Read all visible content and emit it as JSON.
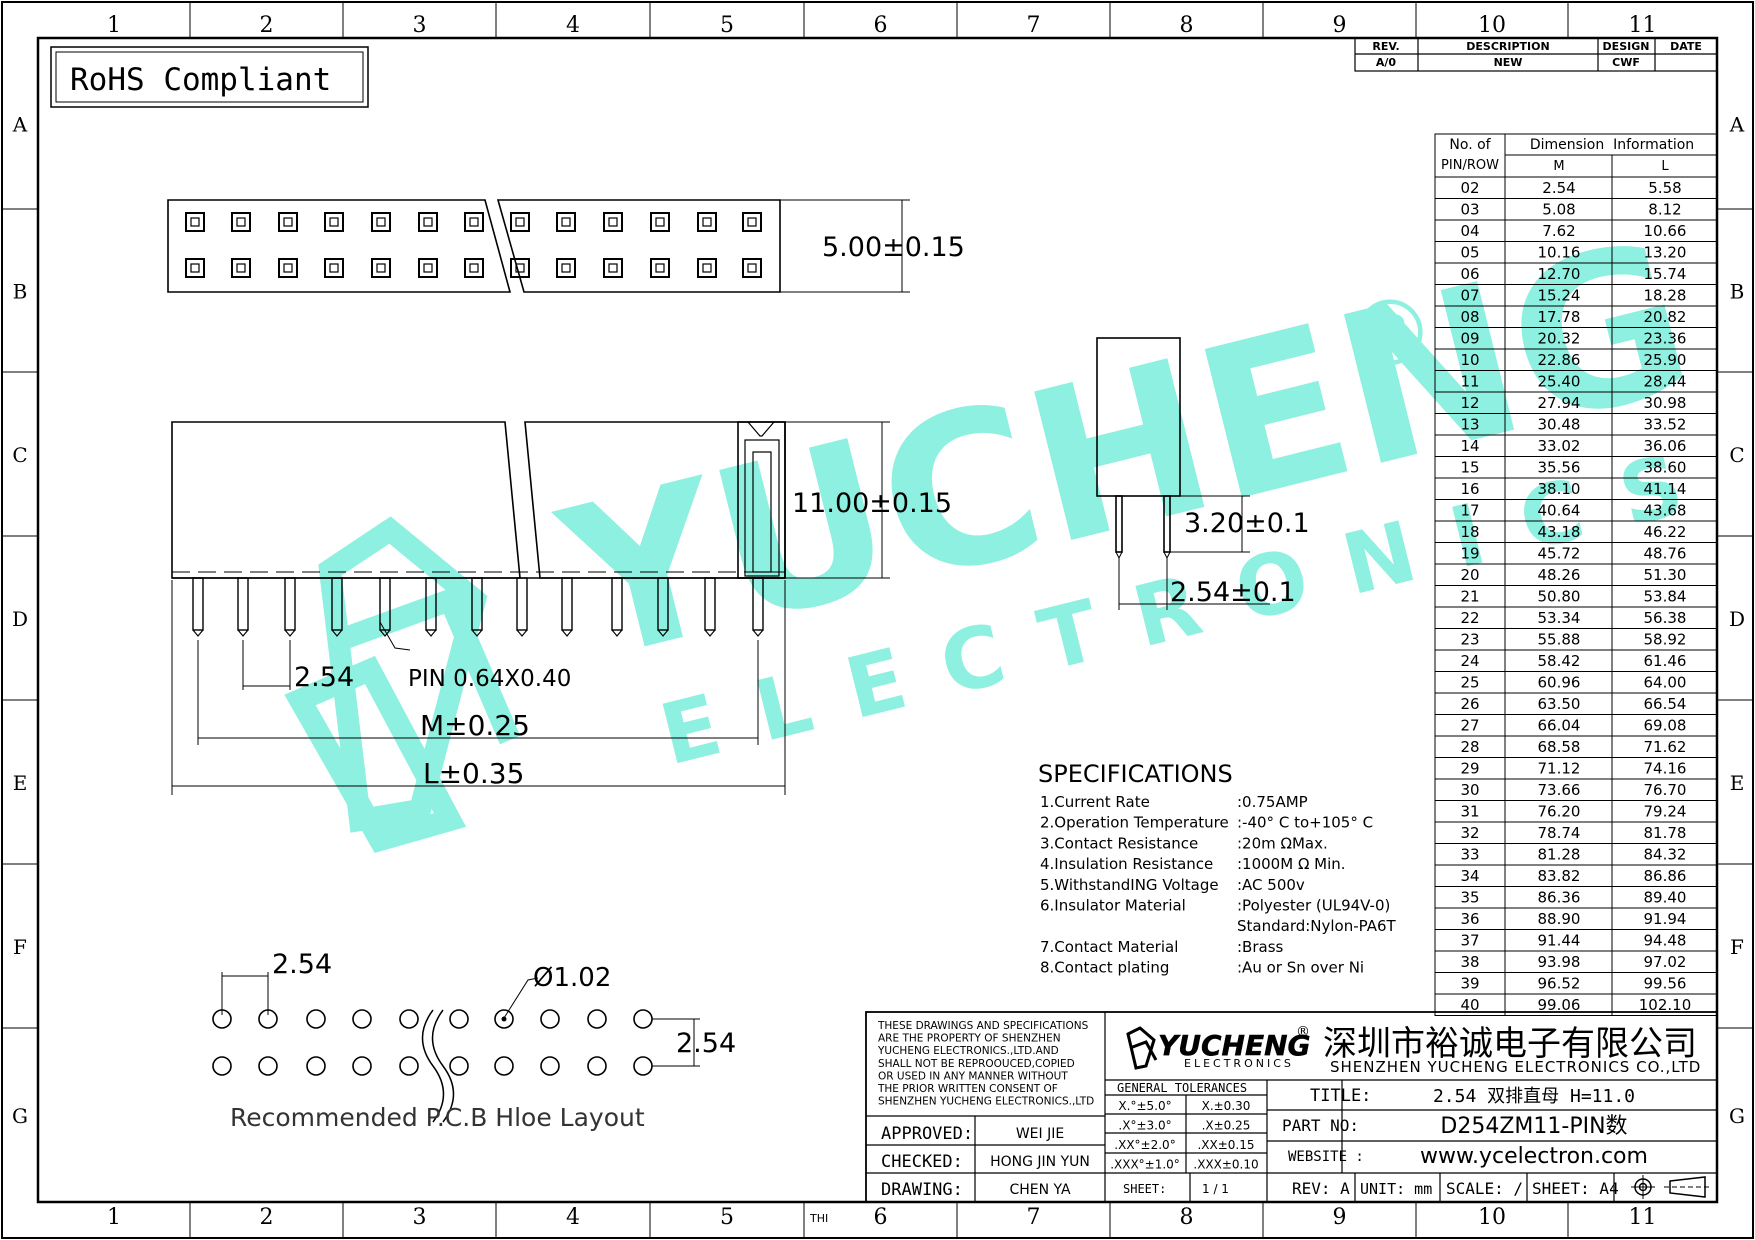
{
  "frame": {
    "cols": [
      "1",
      "2",
      "3",
      "4",
      "5",
      "6",
      "7",
      "8",
      "9",
      "10",
      "11"
    ],
    "rows": [
      "A",
      "B",
      "C",
      "D",
      "E",
      "F",
      "G"
    ],
    "bottom_mark": "THI"
  },
  "rohs": "RoHS Compliant",
  "revision_block": {
    "headers": [
      "REV.",
      "DESCRIPTION",
      "DESIGN",
      "DATE"
    ],
    "row": [
      "A/0",
      "NEW",
      "CWF",
      ""
    ]
  },
  "dimensions": {
    "height_top": "5.00±0.15",
    "height_side": "11.00±0.15",
    "pin_tail": "3.20±0.1",
    "row_pitch": "2.54±0.1",
    "pitch": "2.54",
    "pin_size": "PIN 0.64X0.40",
    "m": "M±0.25",
    "l": "L±0.35"
  },
  "pcb_layout": {
    "pitch_x": "2.54",
    "pitch_y": "2.54",
    "hole": "Ø1.02",
    "caption": "Recommended P.C.B Hloe Layout"
  },
  "watermark": {
    "brand": "YUCHENG",
    "sub": "ELECTRONICS",
    "reg": "®"
  },
  "specifications": {
    "title": "SPECIFICATIONS",
    "items": [
      {
        "label": "1.Current Rate",
        "value": ":0.75AMP"
      },
      {
        "label": "2.Operation Temperature",
        "value": ":-40° C to+105° C"
      },
      {
        "label": "3.Contact Resistance",
        "value": ":20m     ΩMax."
      },
      {
        "label": "4.Insulation Resistance",
        "value": ":1000M  Ω Min."
      },
      {
        "label": "5.WithstandING Voltage",
        "value": ":AC 500v"
      },
      {
        "label": "6.Insulator Material",
        "value": ":Polyester (UL94V-0)"
      },
      {
        "label": "",
        "value": "Standard:Nylon-PA6T"
      },
      {
        "label": "7.Contact Material",
        "value": ":Brass"
      },
      {
        "label": "8.Contact plating",
        "value": ":Au or Sn over Ni"
      }
    ]
  },
  "dim_table": {
    "header_left_1": "No. of",
    "header_left_2": "PIN/ROW",
    "header_group": "Dimension  Information",
    "col_m": "M",
    "col_l": "L",
    "rows": [
      [
        "02",
        "2.54",
        "5.58"
      ],
      [
        "03",
        "5.08",
        "8.12"
      ],
      [
        "04",
        "7.62",
        "10.66"
      ],
      [
        "05",
        "10.16",
        "13.20"
      ],
      [
        "06",
        "12.70",
        "15.74"
      ],
      [
        "07",
        "15.24",
        "18.28"
      ],
      [
        "08",
        "17.78",
        "20.82"
      ],
      [
        "09",
        "20.32",
        "23.36"
      ],
      [
        "10",
        "22.86",
        "25.90"
      ],
      [
        "11",
        "25.40",
        "28.44"
      ],
      [
        "12",
        "27.94",
        "30.98"
      ],
      [
        "13",
        "30.48",
        "33.52"
      ],
      [
        "14",
        "33.02",
        "36.06"
      ],
      [
        "15",
        "35.56",
        "38.60"
      ],
      [
        "16",
        "38.10",
        "41.14"
      ],
      [
        "17",
        "40.64",
        "43.68"
      ],
      [
        "18",
        "43.18",
        "46.22"
      ],
      [
        "19",
        "45.72",
        "48.76"
      ],
      [
        "20",
        "48.26",
        "51.30"
      ],
      [
        "21",
        "50.80",
        "53.84"
      ],
      [
        "22",
        "53.34",
        "56.38"
      ],
      [
        "23",
        "55.88",
        "58.92"
      ],
      [
        "24",
        "58.42",
        "61.46"
      ],
      [
        "25",
        "60.96",
        "64.00"
      ],
      [
        "26",
        "63.50",
        "66.54"
      ],
      [
        "27",
        "66.04",
        "69.08"
      ],
      [
        "28",
        "68.58",
        "71.62"
      ],
      [
        "29",
        "71.12",
        "74.16"
      ],
      [
        "30",
        "73.66",
        "76.70"
      ],
      [
        "31",
        "76.20",
        "79.24"
      ],
      [
        "32",
        "78.74",
        "81.78"
      ],
      [
        "33",
        "81.28",
        "84.32"
      ],
      [
        "34",
        "83.82",
        "86.86"
      ],
      [
        "35",
        "86.36",
        "89.40"
      ],
      [
        "36",
        "88.90",
        "91.94"
      ],
      [
        "37",
        "91.44",
        "94.48"
      ],
      [
        "38",
        "93.98",
        "97.02"
      ],
      [
        "39",
        "96.52",
        "99.56"
      ],
      [
        "40",
        "99.06",
        "102.10"
      ]
    ]
  },
  "title_block": {
    "notice": [
      "THESE DRAWINGS AND SPECIFICATIONS",
      "ARE THE PROPERTY OF SHENZHEN",
      "YUCHENG ELECTRONICS.,LTD.AND",
      "SHALL NOT BE REPROOUCED,COPIED",
      "OR USED IN ANY MANNER WITHOUT",
      "THE PRIOR WRITTEN CONSENT OF",
      "SHENZHEN YUCHENG ELECTRONICS.,LTD"
    ],
    "logo_main": "YUCHENG",
    "logo_sub": "ELECTRONICS",
    "logo_reg": "®",
    "company_cn": "深圳市裕诚电子有限公司",
    "company_en": "SHENZHEN YUCHENG ELECTRONICS CO.,LTD",
    "approved_label": "APPROVED:",
    "approved": "WEI JIE",
    "checked_label": "CHECKED:",
    "checked": "HONG JIN YUN",
    "drawing_label": "DRAWING:",
    "drawing": "CHEN YA",
    "tol_title": "GENERAL TOLERANCES",
    "tol": [
      [
        "X.°±5.0°",
        "X.±0.30"
      ],
      [
        ".X°±3.0°",
        ".X±0.25"
      ],
      [
        ".XX°±2.0°",
        ".XX±0.15"
      ],
      [
        ".XXX°±1.0°",
        ".XXX±0.10"
      ]
    ],
    "sheet_label": "SHEET:",
    "sheet": "1 / 1",
    "title_label": "TITLE:",
    "title": "2.54 双排直母 H=11.0",
    "part_label": "PART NO:",
    "part": "D254ZM11-PIN数",
    "web_label": "WEBSITE :",
    "web": "www.ycelectron.com",
    "rev": "REV: A",
    "unit": "UNIT: mm",
    "scale": "SCALE: /",
    "sheet_size": "SHEET: A4"
  }
}
